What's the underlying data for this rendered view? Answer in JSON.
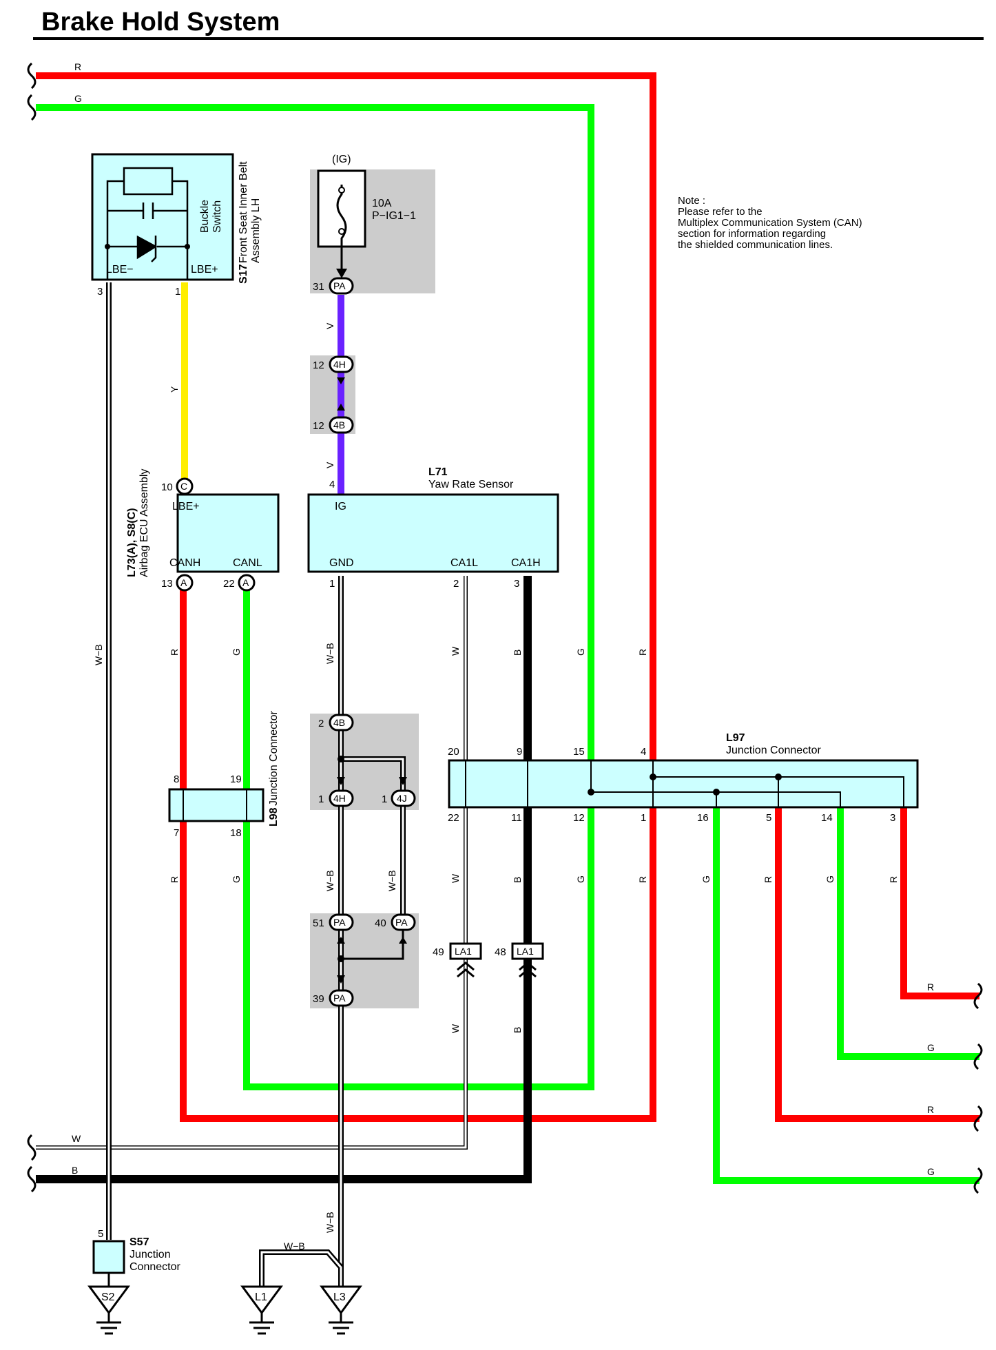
{
  "title": "Brake Hold System",
  "colors": {
    "red": "#ff0000",
    "green": "#00ff00",
    "yellow": "#ffee00",
    "violet": "#6a22ff",
    "black": "#000000",
    "component_fill": "#ccffff",
    "group_fill": "#cccccc"
  },
  "note": {
    "lines": [
      "Note :",
      "Please refer to the",
      "Multiplex Communication System (CAN)",
      "section for information regarding",
      "the shielded communication lines."
    ]
  },
  "components": {
    "s17": {
      "code": "S17",
      "name_line1": "Front Seat Inner Belt",
      "name_line2": "Assembly LH",
      "switch_line1": "Buckle",
      "switch_line2": "Switch",
      "term_left": "LBE−",
      "term_right": "LBE+",
      "pin_left": "3",
      "pin_right": "1"
    },
    "fuse": {
      "source": "(IG)",
      "rating": "10A",
      "name": "P−IG1−1"
    },
    "airbag": {
      "code": "L73(A), S8(C)",
      "name": "Airbag ECU Assembly",
      "term_top": "LBE+",
      "term_canh": "CANH",
      "term_canl": "CANL",
      "pin_top": "10",
      "conn_top": "C",
      "pin_canh": "13",
      "conn_canh": "A",
      "pin_canl": "22",
      "conn_canl": "A"
    },
    "yaw": {
      "code": "L71",
      "name": "Yaw Rate Sensor",
      "term_ig": "IG",
      "term_gnd": "GND",
      "term_ca1l": "CA1L",
      "term_ca1h": "CA1H",
      "pin_ig": "4",
      "pin_gnd": "1",
      "pin_ca1l": "2",
      "pin_ca1h": "3"
    },
    "l98": {
      "code": "L98",
      "name": "Junction Connector",
      "pin_tl": "8",
      "pin_tr": "19",
      "pin_bl": "7",
      "pin_br": "18"
    },
    "l97": {
      "code": "L97",
      "name": "Junction Connector",
      "pins_top": [
        "20",
        "9",
        "15",
        "4"
      ],
      "pins_bottom": [
        "22",
        "11",
        "12",
        "1",
        "16",
        "5",
        "14",
        "3"
      ]
    },
    "s57": {
      "code": "S57",
      "name_line1": "Junction",
      "name_line2": "Connector",
      "pin": "5"
    },
    "grounds": [
      "S2",
      "L1",
      "L3"
    ]
  },
  "connectors": {
    "pa31": {
      "pin": "31",
      "code": "PA"
    },
    "h12": {
      "pin": "12",
      "code": "4H"
    },
    "b12": {
      "pin": "12",
      "code": "4B"
    },
    "b2": {
      "pin": "2",
      "code": "4B"
    },
    "h1": {
      "pin": "1",
      "code": "4H"
    },
    "j1": {
      "pin": "1",
      "code": "4J"
    },
    "pa51": {
      "pin": "51",
      "code": "PA"
    },
    "pa40": {
      "pin": "40",
      "code": "PA"
    },
    "pa39": {
      "pin": "39",
      "code": "PA"
    },
    "la49": {
      "pin": "49",
      "code": "LA1"
    },
    "la48": {
      "pin": "48",
      "code": "LA1"
    }
  },
  "wire_colors": {
    "R": "R",
    "G": "G",
    "Y": "Y",
    "V": "V",
    "W": "W",
    "B": "B",
    "WB": "W−B"
  }
}
